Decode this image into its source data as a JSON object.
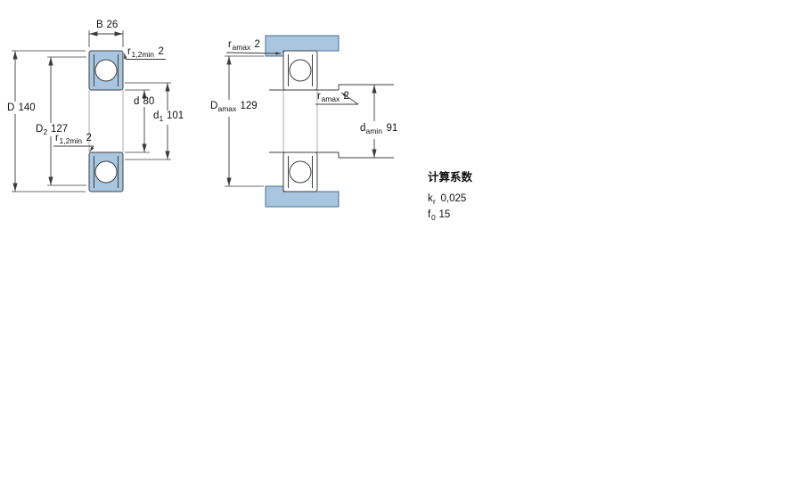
{
  "left_figure": {
    "width": {
      "sym": "B",
      "val": "26"
    },
    "r12_top": {
      "sym": "r",
      "sub": "1,2min",
      "val": "2"
    },
    "outer_diameter": {
      "sym": "D",
      "val": "140"
    },
    "D2": {
      "sym": "D",
      "sub": "2",
      "val": "127"
    },
    "r12_bottom": {
      "sym": "r",
      "sub": "1,2min",
      "val": "2"
    },
    "bore_diameter": {
      "sym": "d",
      "val": "80"
    },
    "d1": {
      "sym": "d",
      "sub": "1",
      "val": "101"
    }
  },
  "right_figure": {
    "ra_top": {
      "sym": "r",
      "sub": "amax",
      "val": "2"
    },
    "Da_max": {
      "sym": "D",
      "sub": "amax",
      "val": "129"
    },
    "ra_mid": {
      "sym": "r",
      "sub": "amax",
      "val": "2"
    },
    "da_min": {
      "sym": "d",
      "sub": "amin",
      "val": "91"
    }
  },
  "calculation_factors": {
    "title": "计算系数",
    "kr": {
      "sym": "k",
      "sub": "r",
      "val": "0,025"
    },
    "f0": {
      "sym": "f",
      "sub": "0",
      "val": "15"
    }
  },
  "colors": {
    "abutment_fill": "#a9c6e0",
    "line_color": "#3c3c3c"
  }
}
